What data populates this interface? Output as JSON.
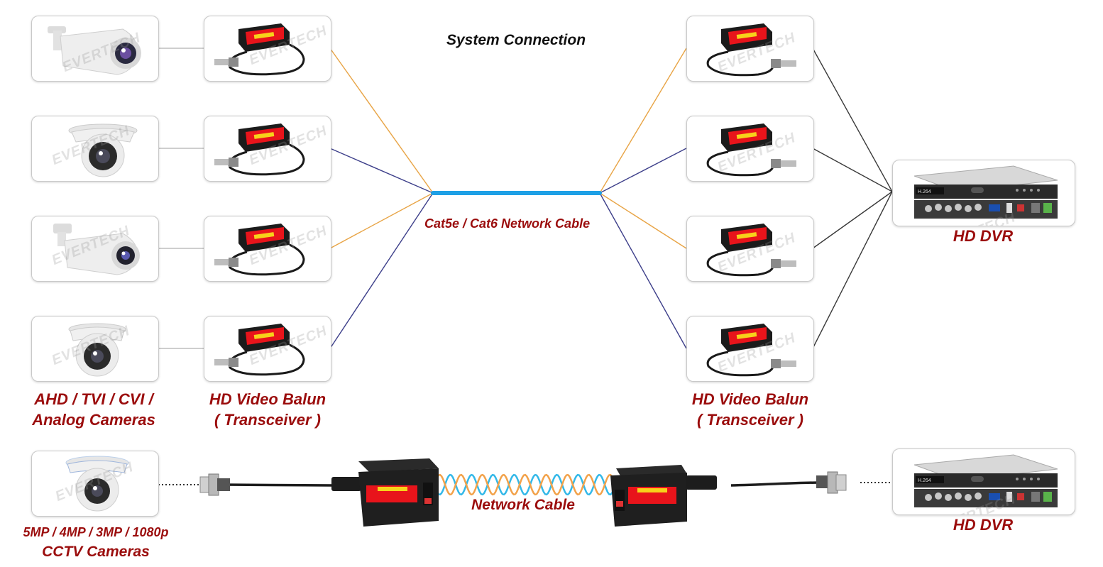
{
  "title": "System Connection",
  "watermark": "EVERTECH",
  "labels": {
    "cameras_line1": "AHD / TVI / CVI /",
    "cameras_line2": "Analog Cameras",
    "balun_left_line1": "HD Video Balun",
    "balun_left_line2": "( Transceiver )",
    "balun_right_line1": "HD Video Balun",
    "balun_right_line2": "( Transceiver )",
    "cable": "Cat5e / Cat6 Network Cable",
    "dvr_top": "HD DVR",
    "dvr_bottom": "HD DVR",
    "network_cable": "Network Cable",
    "cctv_line1": "5MP / 4MP / 3MP / 1080p",
    "cctv_line2": "CCTV Cameras"
  },
  "icons": {
    "camera_1": "bullet-camera-icon",
    "camera_2": "dome-camera-icon",
    "camera_3": "bullet-camera-icon",
    "camera_4": "dome-camera-icon",
    "camera_5": "dome-camera-icon",
    "balun": "video-balun-icon",
    "dvr": "dvr-recorder-icon"
  },
  "colors": {
    "label_red": "#9b0d0d",
    "cable_blue": "#1ea0e6",
    "wire_orange": "#e8a445",
    "wire_navy": "#3d3f8a",
    "wire_dark": "#3a3a3a",
    "twist_cyan": "#33b8e8",
    "twist_orange": "#f2a24a"
  }
}
